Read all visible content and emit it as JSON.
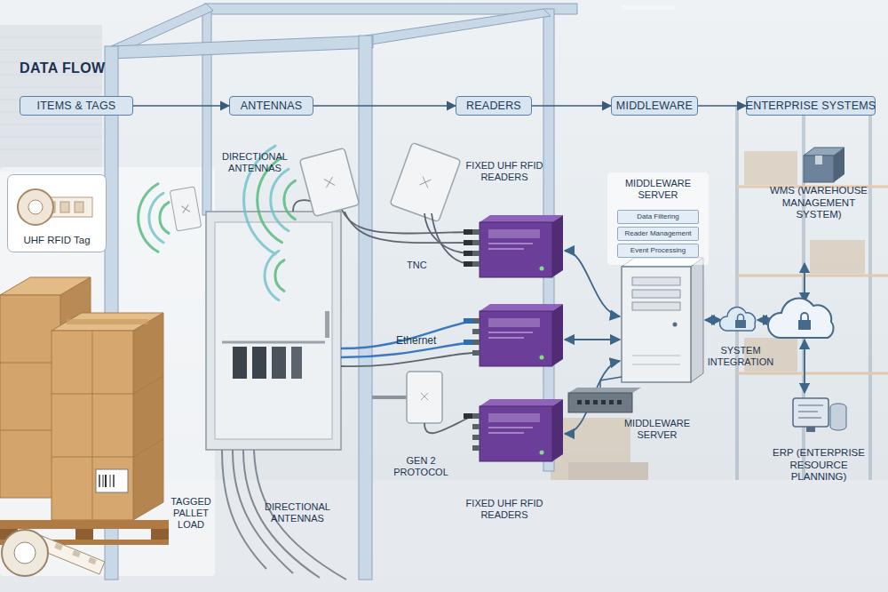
{
  "diagram": {
    "title": "DATA FLOW",
    "nodes": [
      {
        "text": [
          "ITEMS & TAGS"
        ]
      },
      {
        "text": [
          "ANTENNAS"
        ]
      },
      {
        "text": [
          "READERS"
        ]
      },
      {
        "text": [
          "MIDDLEWARE"
        ]
      },
      {
        "text": [
          "ENTERPRISE SYSTEMS"
        ]
      },
      {
        "text": [
          "UHF RFID Tag"
        ]
      },
      {
        "text": [
          "MIDDLEWARE SERVER"
        ]
      },
      {
        "text": [
          "Data Filtering"
        ],
        "in": 6
      },
      {
        "text": [
          "Reader Management"
        ],
        "in": 6
      },
      {
        "text": [
          "Event Processing"
        ],
        "in": 6
      }
    ],
    "edges": [
      {
        "from": 0,
        "to": 1,
        "arrow": "to"
      },
      {
        "from": 1,
        "to": 2,
        "arrow": "to"
      },
      {
        "from": 2,
        "to": 3,
        "arrow": "to"
      },
      {
        "from": 3,
        "to": 4,
        "arrow": "to"
      }
    ],
    "labels": [
      "DIRECTIONAL ANTENNAS",
      "FIXED UHF RFID READERS",
      "TNC",
      "Ethernet",
      "GEN 2 PROTOCOL",
      "TAGGED PALLET LOAD",
      "DIRECTIONAL ANTENNAS",
      "FIXED UHF RFID READERS",
      "MIDDLEWARE SERVER",
      "SYSTEM INTEGRATION",
      "WMS (WAREHOUSE MANAGEMENT SYSTEM)",
      "ERP (ENTERPRISE RESOURCE PLANNING)"
    ]
  }
}
